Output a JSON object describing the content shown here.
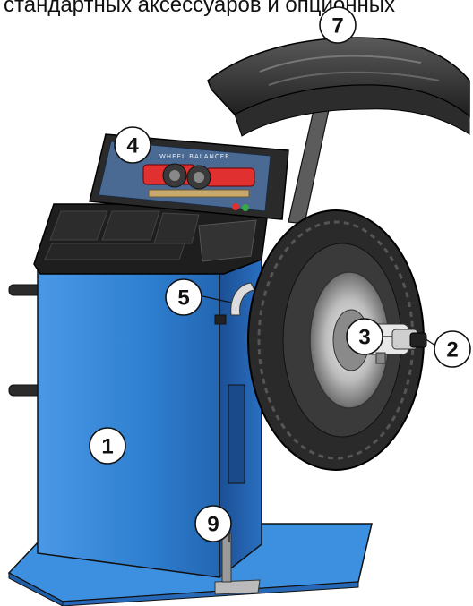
{
  "caption": "стандартных аксессуаров и опционных",
  "panel_label": "WHEEL BALANCER",
  "callouts": [
    {
      "id": "base",
      "label": "1"
    },
    {
      "id": "quick-nut",
      "label": "2"
    },
    {
      "id": "shaft-flange",
      "label": "3"
    },
    {
      "id": "display-panel",
      "label": "4"
    },
    {
      "id": "gauge-arm",
      "label": "5"
    },
    {
      "id": "wheel-guard",
      "label": "7"
    },
    {
      "id": "brake-pedal",
      "label": "9"
    }
  ],
  "colors": {
    "body_blue": "#2f7fd0",
    "body_blue_dark": "#1d5aa3",
    "top_black": "#1e1e1e",
    "tire": "#2a2a2a",
    "display_red": "#e03030"
  }
}
